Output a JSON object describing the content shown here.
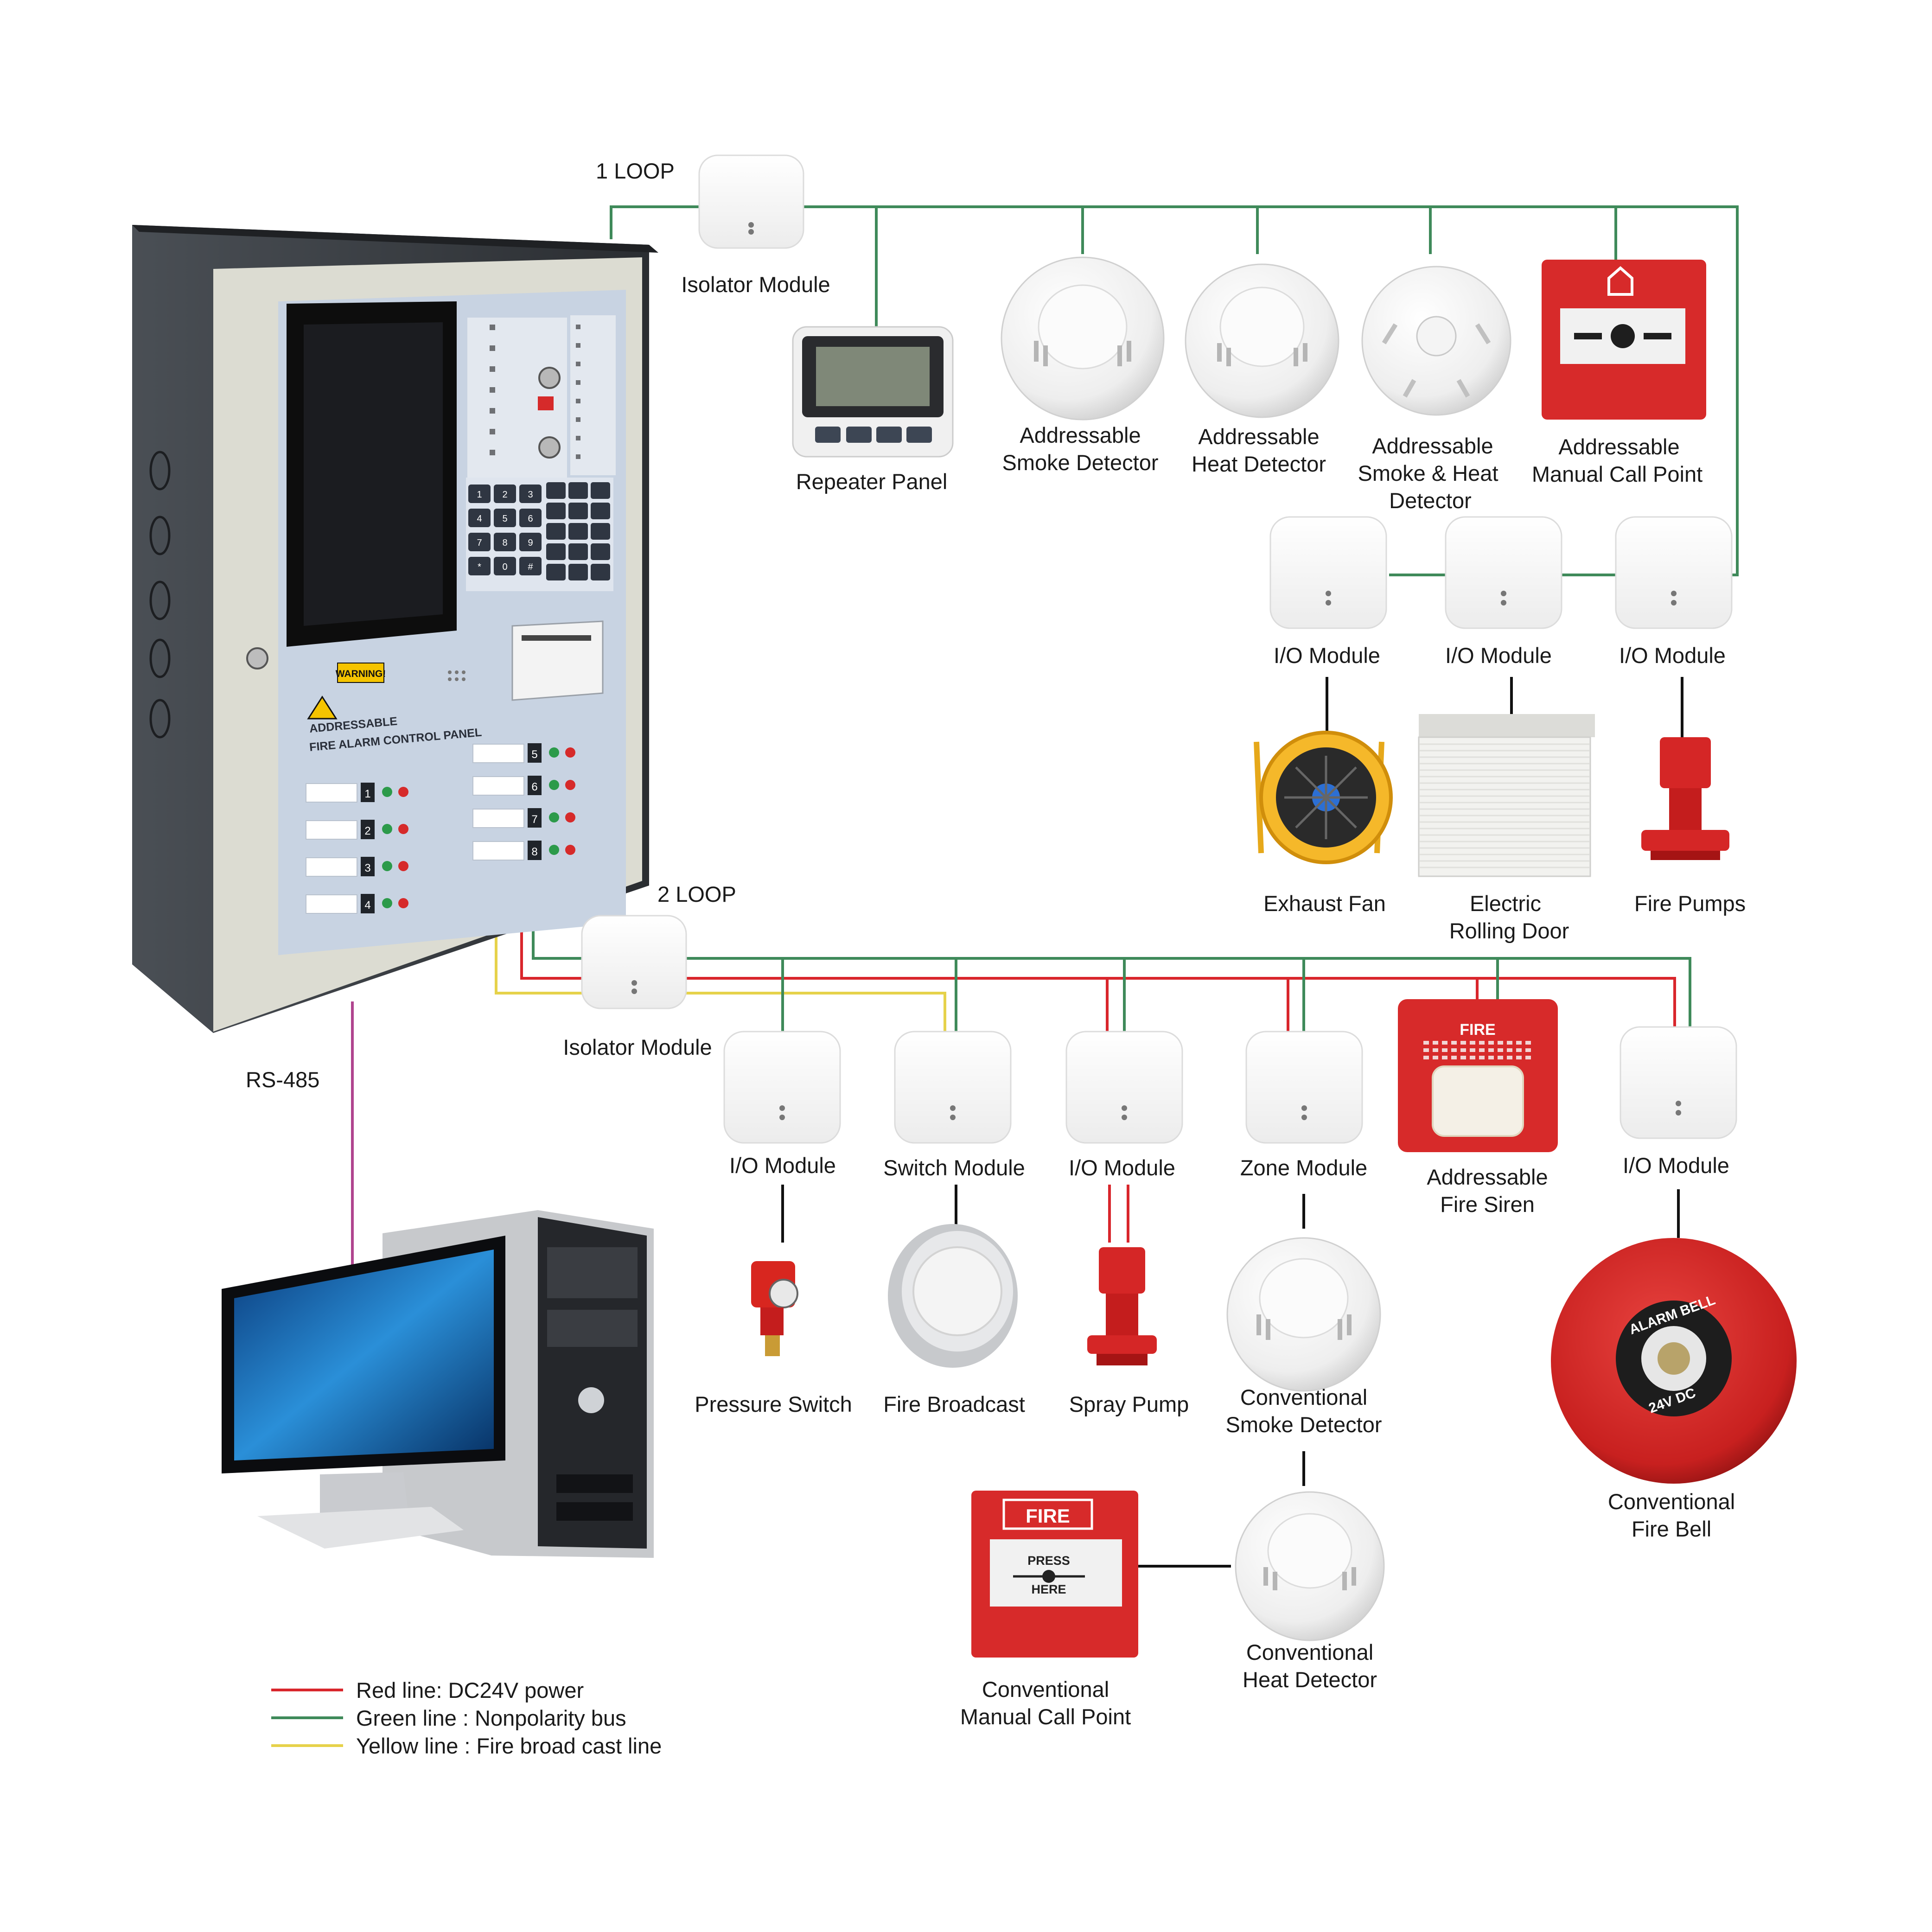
{
  "colors": {
    "power_line": "#d9262c",
    "bus_line": "#3f8a5a",
    "broadcast_line": "#e6d24a",
    "rs485_line": "#b0458f",
    "device_red": "#d72a2a",
    "module_white": "#f7f7f7"
  },
  "loops": {
    "loop1": "1 LOOP",
    "loop2": "2 LOOP",
    "rs485": "RS-485"
  },
  "panel": {
    "title_line1": "ADDRESSABLE",
    "title_line2": "FIRE ALARM CONTROL PANEL",
    "warning": "WARNING!",
    "zones": [
      "1",
      "2",
      "3",
      "4",
      "5",
      "6",
      "7",
      "8"
    ],
    "keypad": [
      "1",
      "2",
      "3",
      "4",
      "5",
      "6",
      "7",
      "8",
      "9",
      "*",
      "0",
      "#"
    ]
  },
  "loop1_devices": {
    "isolator": "Isolator Module",
    "repeater": "Repeater Panel",
    "smoke": [
      "Addressable",
      "Smoke Detector"
    ],
    "heat": [
      "Addressable",
      "Heat Detector"
    ],
    "smoke_heat": [
      "Addressable",
      "Smoke & Heat",
      "Detector"
    ],
    "mcp": [
      "Addressable",
      "Manual Call Point"
    ],
    "io_modules": [
      "I/O Module",
      "I/O Module",
      "I/O Module"
    ],
    "exhaust_fan": "Exhaust Fan",
    "rolling_door": [
      "Electric",
      "Rolling Door"
    ],
    "fire_pumps": "Fire Pumps"
  },
  "loop2_devices": {
    "isolator": "Isolator Module",
    "io1": "I/O Module",
    "switch_module": "Switch  Module",
    "io2": "I/O Module",
    "zone_module": "Zone Module",
    "siren": [
      "Addressable",
      "Fire Siren"
    ],
    "siren_text": "FIRE",
    "io3": "I/O Module",
    "pressure_switch": "Pressure Switch",
    "broadcast": "Fire Broadcast",
    "spray_pump": "Spray Pump",
    "conv_smoke": [
      "Conventional",
      "Smoke Detector"
    ],
    "conv_bell": [
      "Conventional",
      "Fire Bell"
    ],
    "bell_text": [
      "ALARM BELL",
      "24V DC"
    ],
    "conv_mcp": [
      "Conventional",
      "Manual Call Point"
    ],
    "conv_mcp_text": [
      "FIRE",
      "PRESS",
      "HERE"
    ],
    "conv_heat": [
      "Conventional",
      "Heat Detector"
    ]
  },
  "legend": [
    {
      "text": "Red line: DC24V power",
      "color": "#d9262c"
    },
    {
      "text": "Green line : Nonpolarity bus",
      "color": "#3f8a5a"
    },
    {
      "text": "Yellow line : Fire broad cast line",
      "color": "#e6d24a"
    }
  ]
}
